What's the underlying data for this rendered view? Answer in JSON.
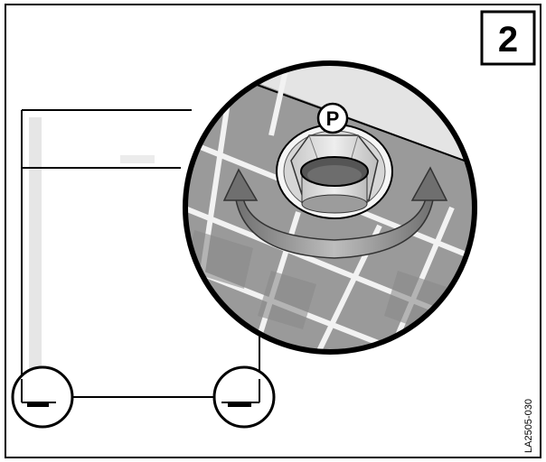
{
  "figure": {
    "step_number": "2",
    "callout_letter": "P",
    "figure_code": "LA2505-030"
  },
  "icons": [
    "rotate-arrows-icon",
    "leveling-foot-icon",
    "hex-nut-icon"
  ]
}
